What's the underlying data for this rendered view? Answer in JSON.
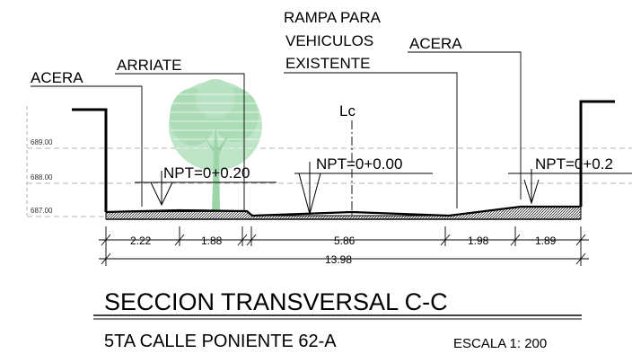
{
  "labels": {
    "acera_left": "ACERA",
    "arriate": "ARRIATE",
    "rampa_line1": "RAMPA PARA",
    "rampa_line2": "VEHICULOS",
    "rampa_line3": "EXISTENTE",
    "acera_right": "ACERA",
    "centerline": "Lc"
  },
  "elevations": [
    "689.00",
    "688.00",
    "687.00"
  ],
  "npt": {
    "left": "NPT=0+0.20",
    "center": "NPT=0+0.00",
    "right": "NPT=0+0.2"
  },
  "dimensions": {
    "segments": [
      "2.22",
      "1.88",
      "5.86",
      "1.98",
      "1.89"
    ],
    "total": "13.98"
  },
  "title": {
    "main": "SECCION TRANSVERSAL C-C",
    "sub": "5TA CALLE PONIENTE 62-A",
    "scale": "ESCALA 1: 200"
  },
  "colors": {
    "tree": "#8fd19e",
    "line": "#000000",
    "guide": "#9a9a9a"
  }
}
